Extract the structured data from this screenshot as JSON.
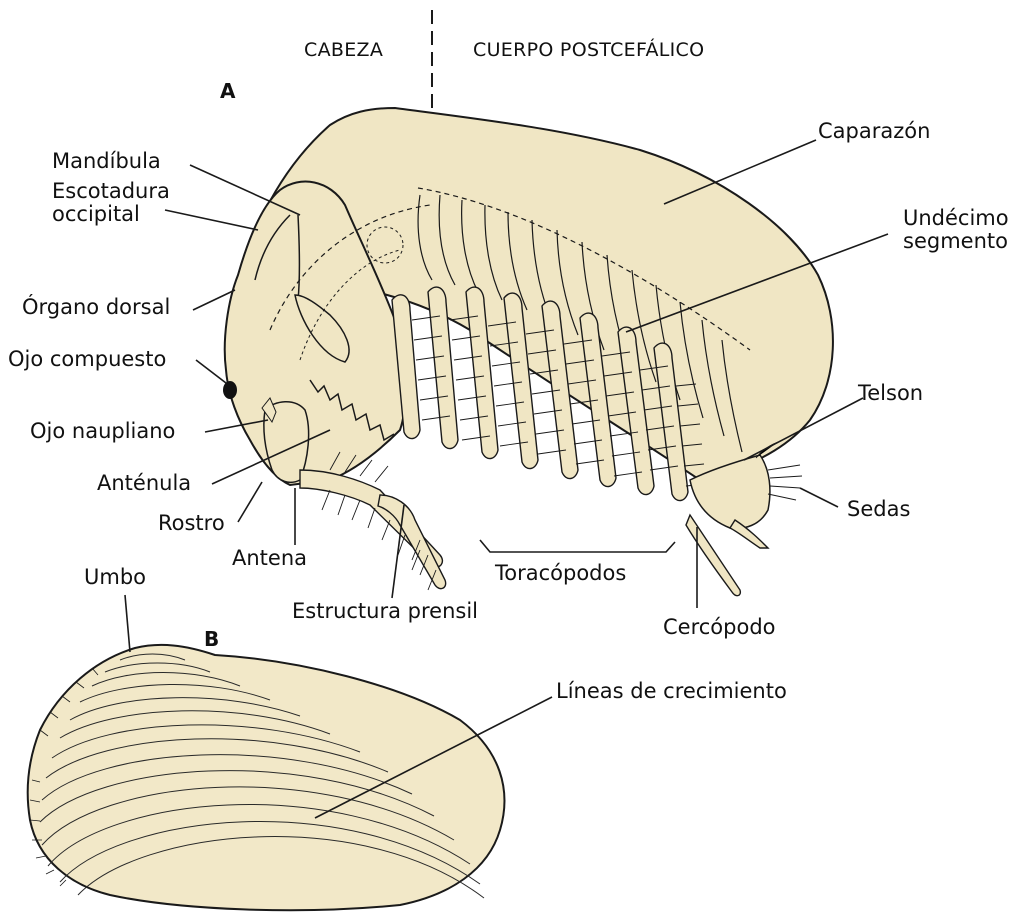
{
  "colors": {
    "body_fill": "#f0e6c4",
    "shell_fill": "#f2e8c8",
    "outline": "#1a1a1a"
  },
  "panel_a": {
    "letter": "A",
    "divider_left": "CABEZA",
    "divider_right": "CUERPO POSTCEFÁLICO"
  },
  "panel_b": {
    "letter": "B"
  },
  "labels": {
    "mandibula": "Mandíbula",
    "escotadura_1": "Escotadura",
    "escotadura_2": "occipital",
    "organo_dorsal": "Órgano dorsal",
    "ojo_compuesto": "Ojo compuesto",
    "ojo_naupliano": "Ojo naupliano",
    "antenula": "Anténula",
    "rostro": "Rostro",
    "antena": "Antena",
    "estructura_prensil": "Estructura prensil",
    "toracopodos": "Toracópodos",
    "cercopodo": "Cercópodo",
    "sedas": "Sedas",
    "telson": "Telson",
    "undecimo_1": "Undécimo",
    "undecimo_2": "segmento",
    "caparazon": "Caparazón",
    "umbo": "Umbo",
    "lineas": "Líneas de crecimiento"
  }
}
